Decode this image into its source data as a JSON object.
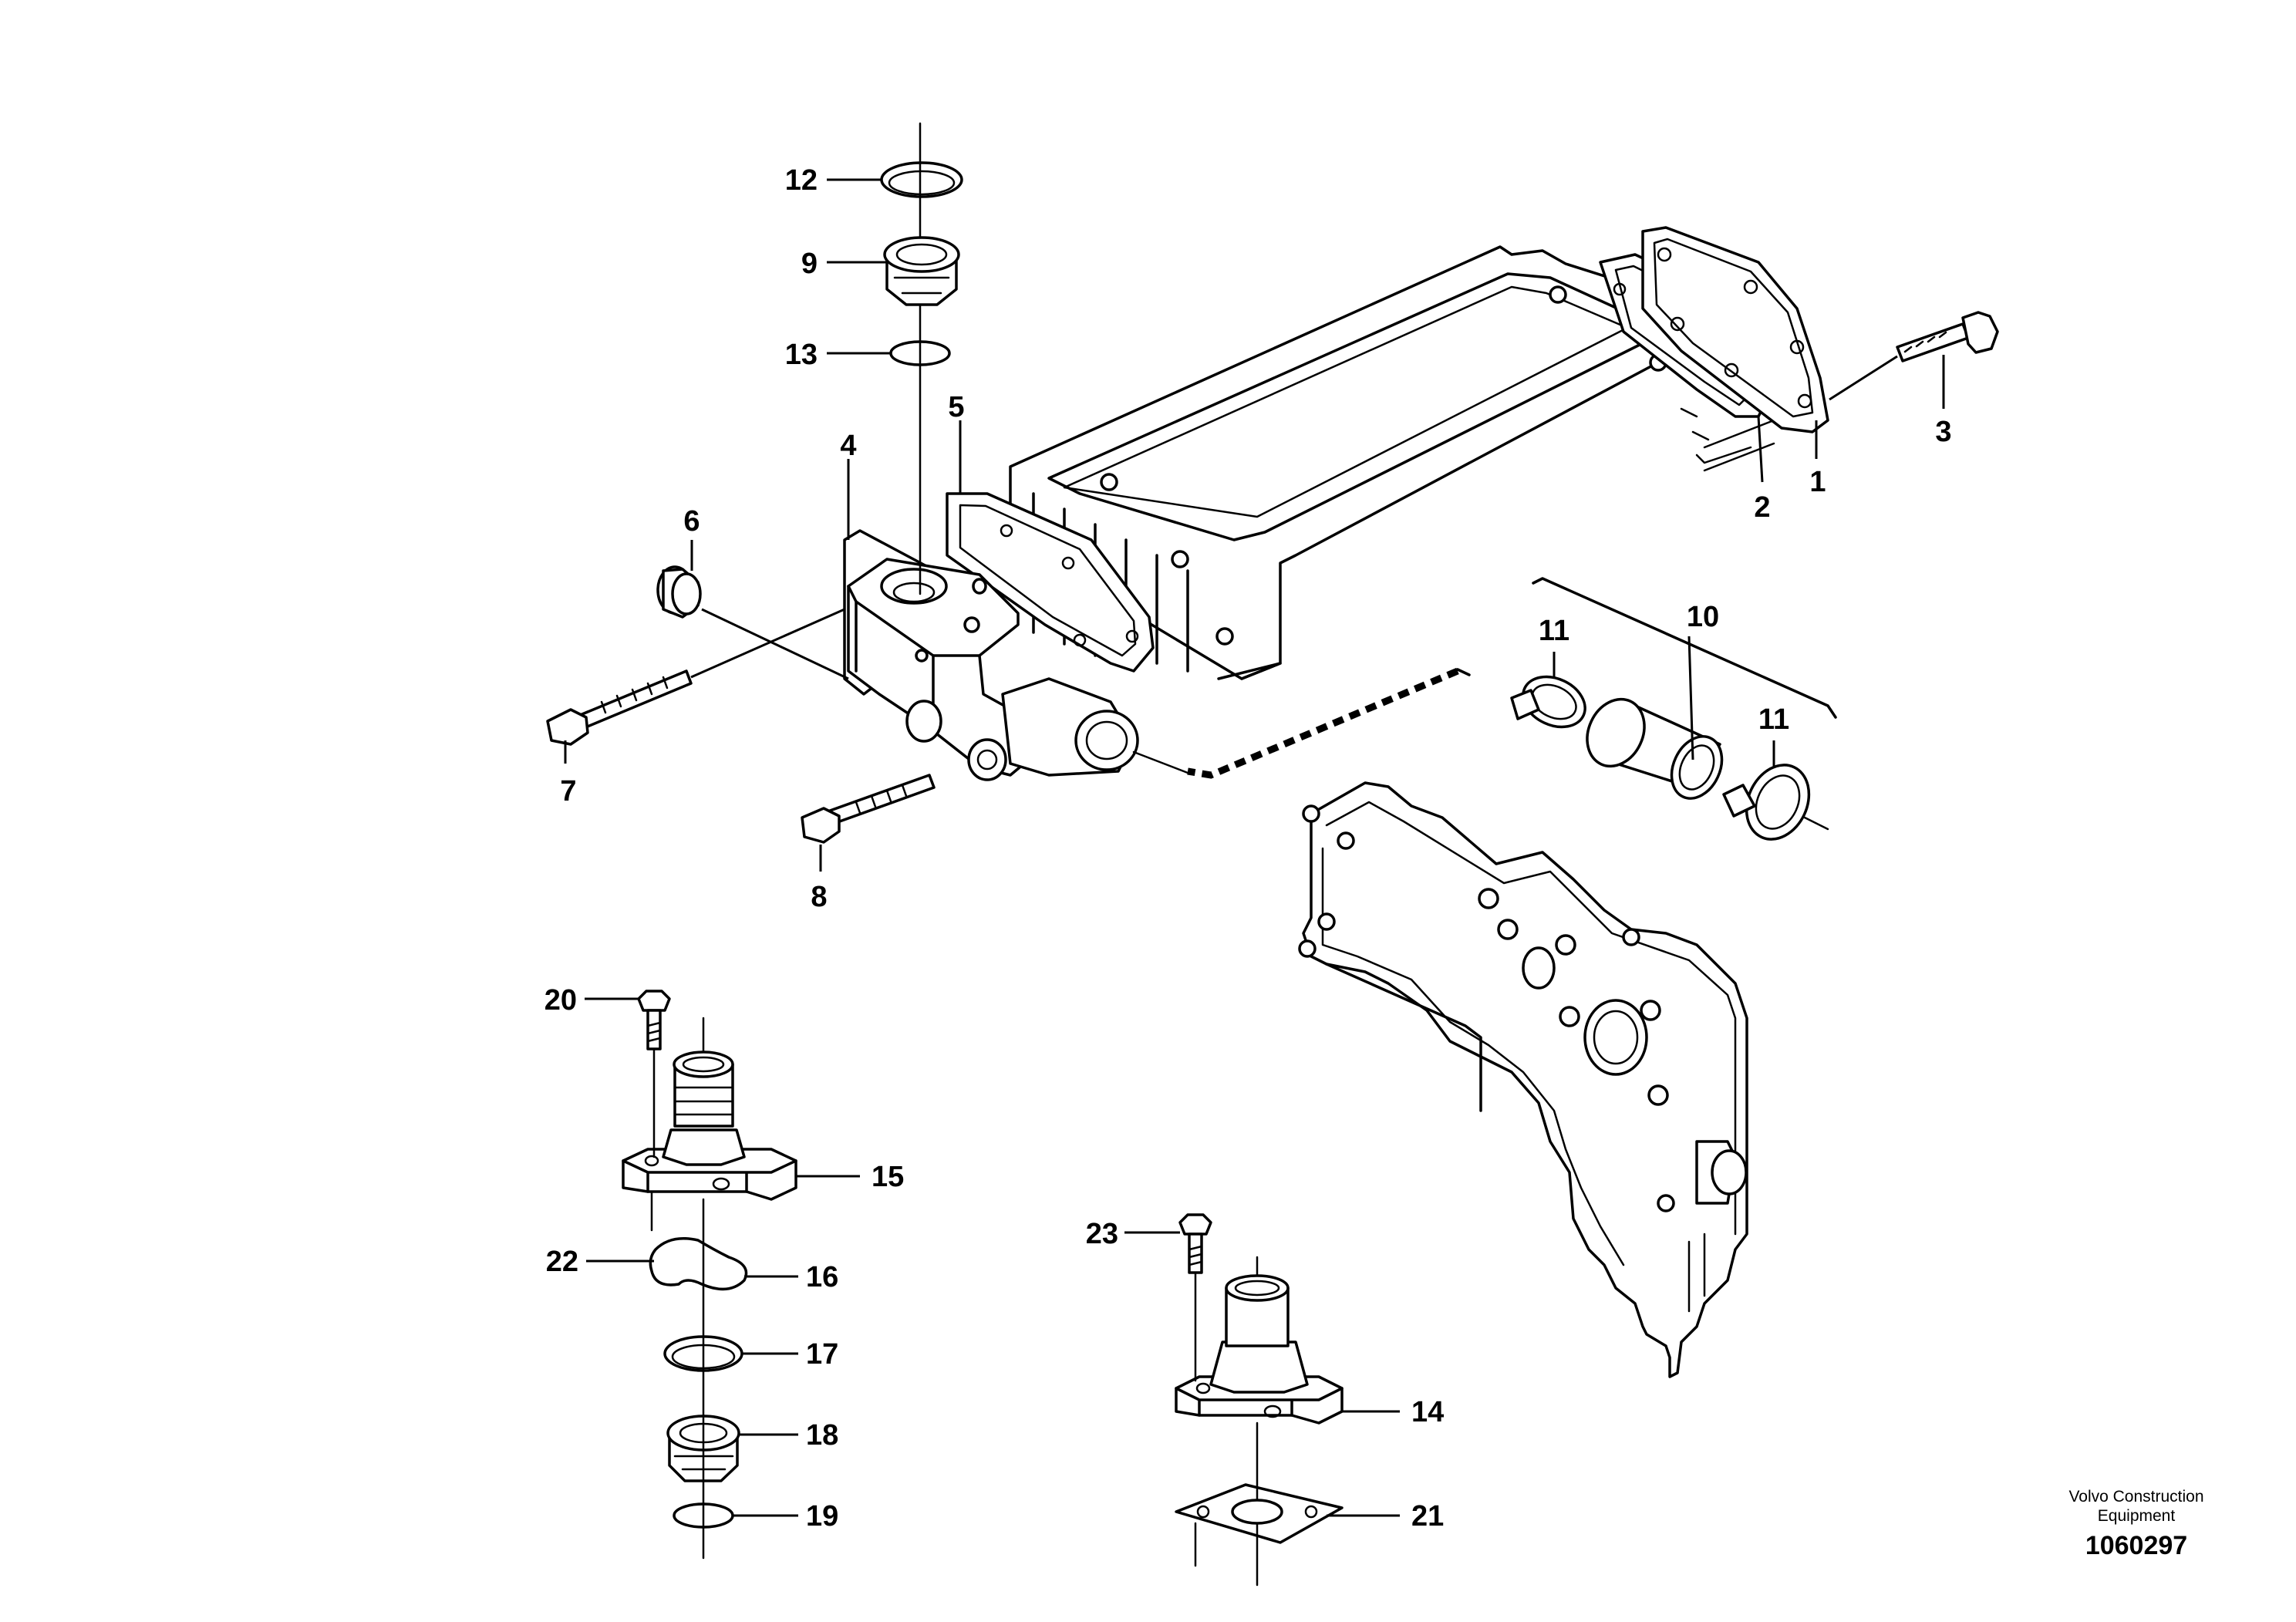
{
  "callouts": {
    "c1": "1",
    "c2": "2",
    "c3": "3",
    "c4": "4",
    "c5": "5",
    "c6": "6",
    "c7": "7",
    "c8": "8",
    "c9": "9",
    "c10": "10",
    "c11a": "11",
    "c11b": "11",
    "c12": "12",
    "c13": "13",
    "c14": "14",
    "c15": "15",
    "c16": "16",
    "c17": "17",
    "c18": "18",
    "c19": "19",
    "c20": "20",
    "c21": "21",
    "c22": "22",
    "c23": "23"
  },
  "footer": {
    "brand_line1": "Volvo Construction",
    "brand_line2": "Equipment",
    "drawing_number": "1060297"
  }
}
